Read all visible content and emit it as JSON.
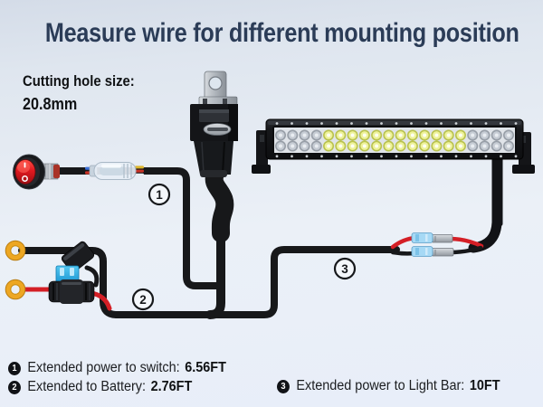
{
  "title": "Measure wire for different mounting position",
  "annotation": {
    "line1": "Cutting hole size:",
    "line2": "20.8mm"
  },
  "callouts": {
    "c1": "1",
    "c2": "2",
    "c3": "3"
  },
  "legend": {
    "items": [
      {
        "num": "1",
        "label": "Extended power to switch:",
        "value": "6.56FT"
      },
      {
        "num": "2",
        "label": "Extended to Battery:",
        "value": "2.76FT"
      },
      {
        "num": "3",
        "label": "Extended power to Light Bar:",
        "value": "10FT"
      }
    ]
  },
  "light_bar": {
    "led_columns": 20,
    "led_rows": 2,
    "lit_from": 4,
    "lit_to": 15,
    "screw_dots": 17
  },
  "colors": {
    "title_text": "#2b3c57",
    "wire_black": "#17181a",
    "wire_red": "#d41f26",
    "ring_yellow": "#eda723",
    "fuse_blue": "#2eb1e8",
    "spade_blue": "#a6d9f5",
    "switch_red": "#e0191f",
    "led_lit": "#eef29a",
    "led_off": "#c6ccd4"
  }
}
